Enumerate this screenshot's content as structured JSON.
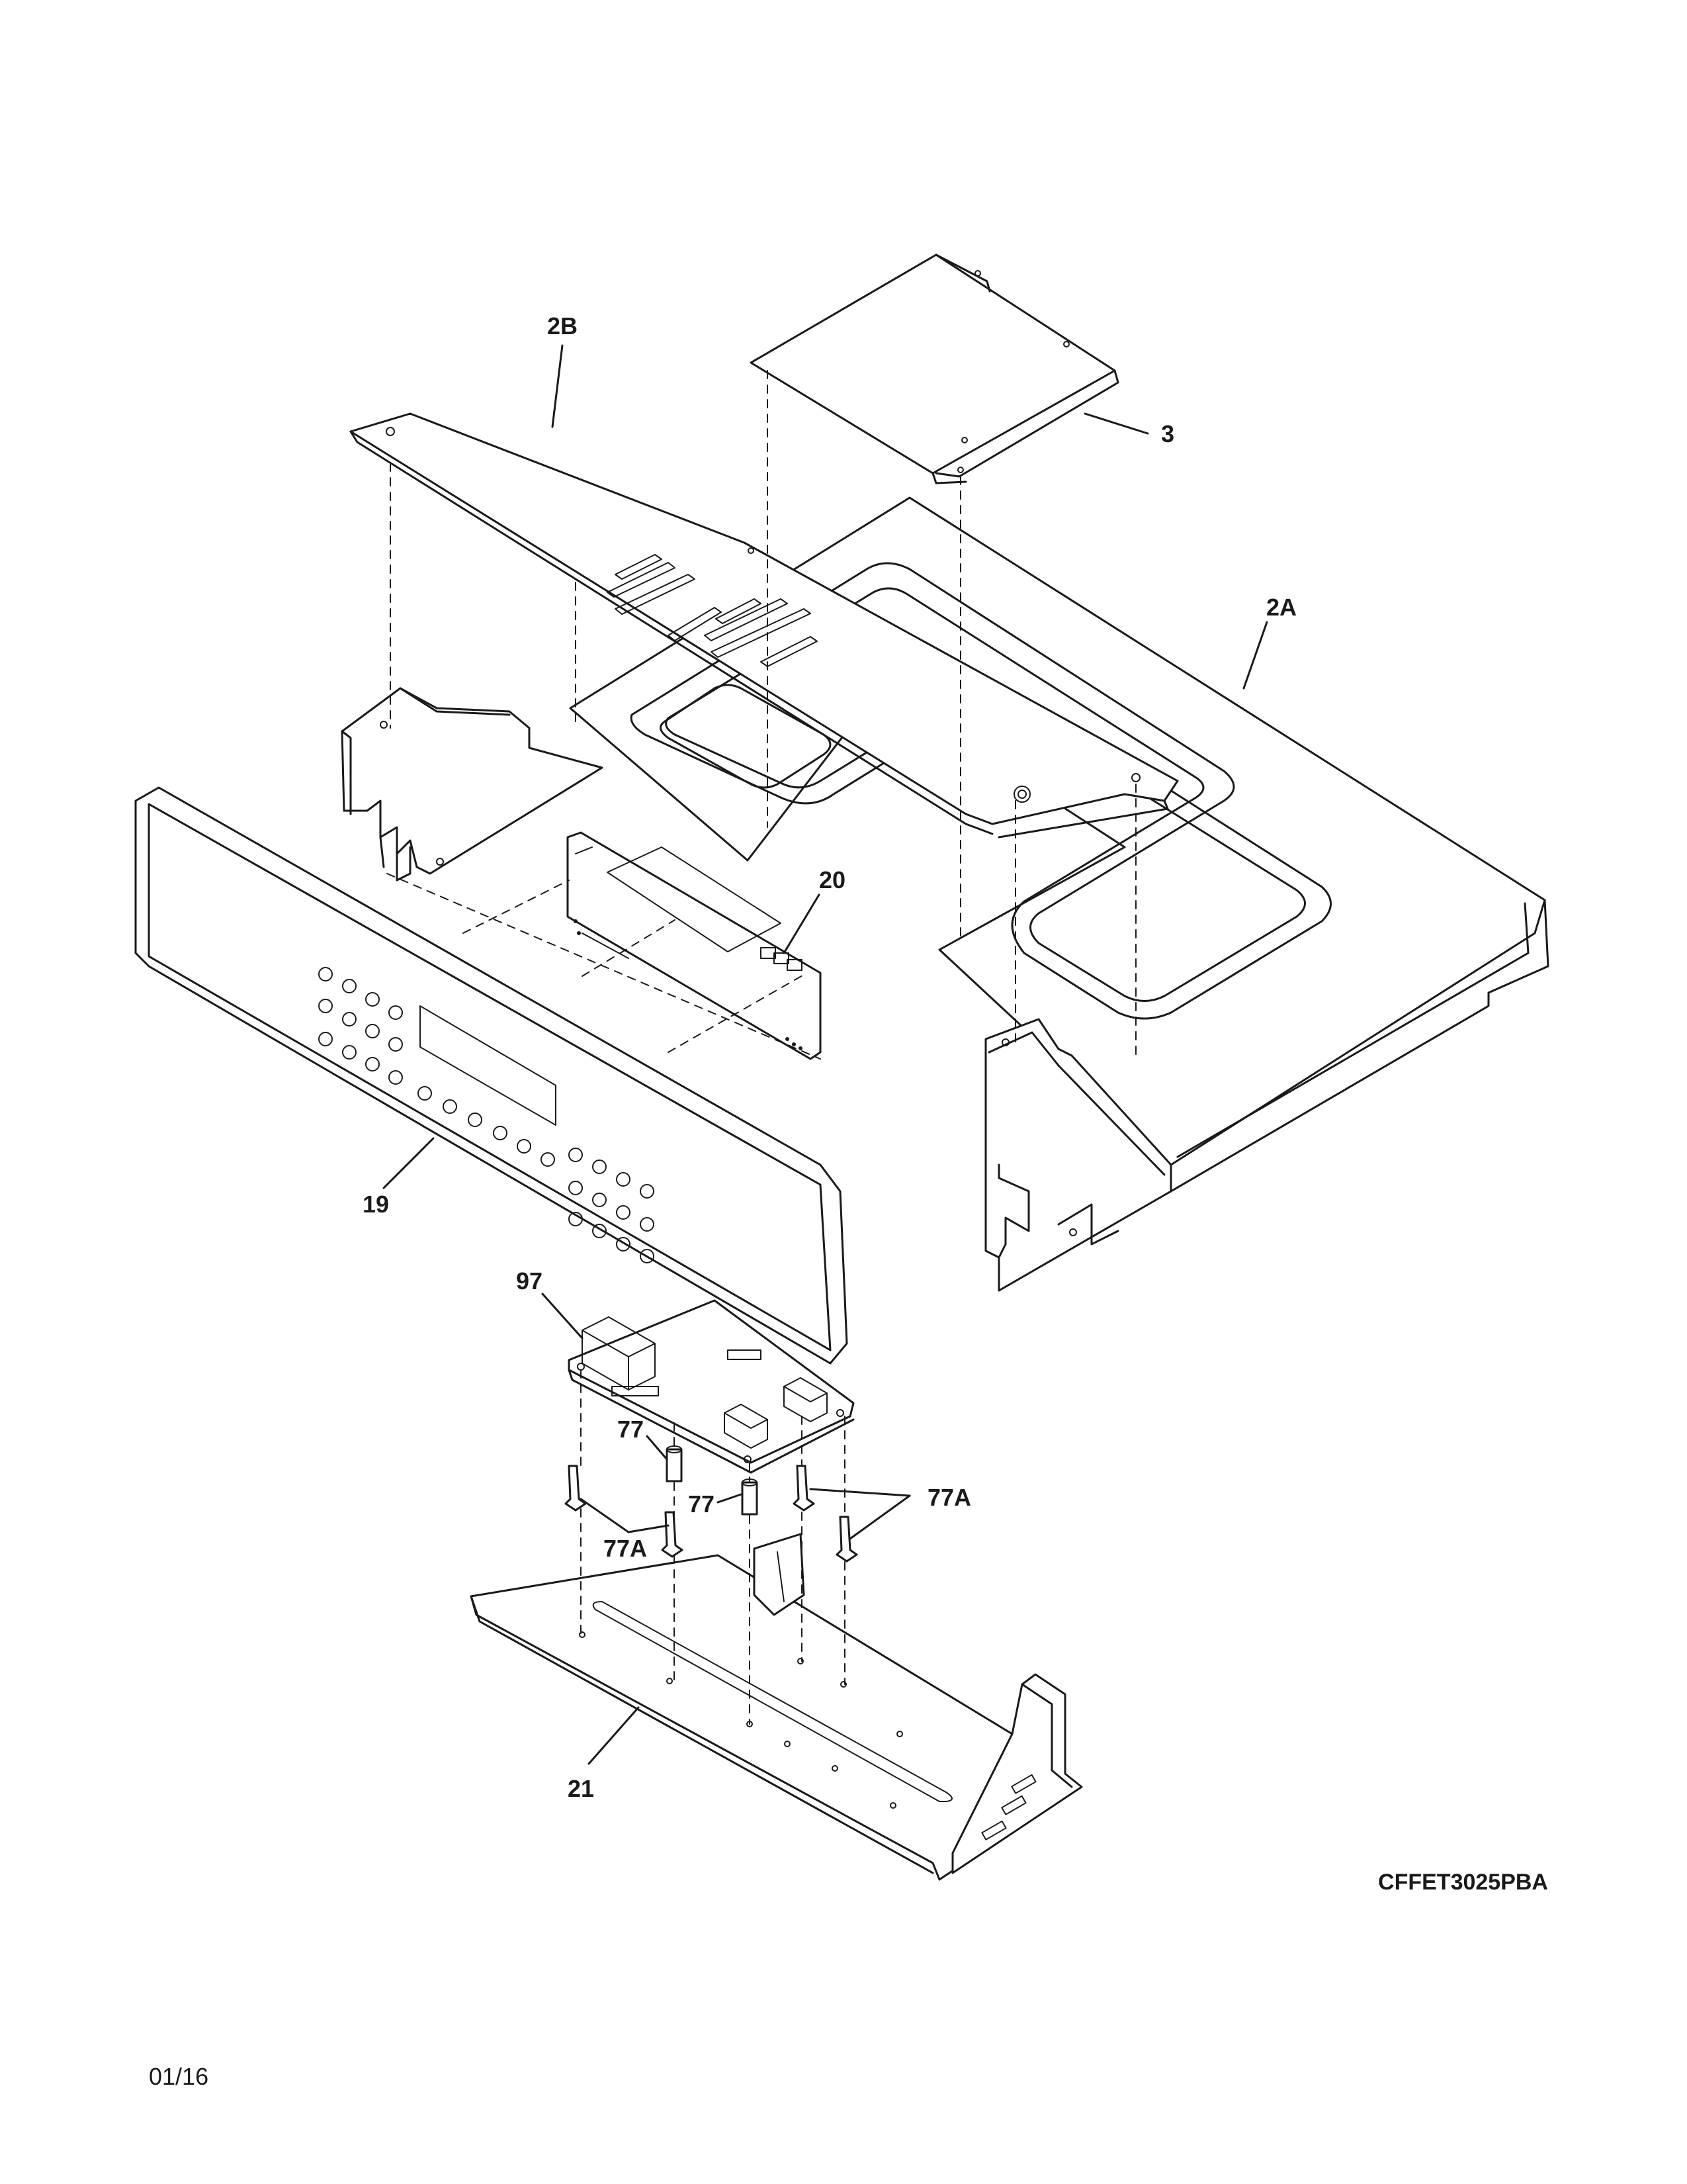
{
  "diagram": {
    "callouts": {
      "c_2b": "2B",
      "c_3": "3",
      "c_2a": "2A",
      "c_20": "20",
      "c_19": "19",
      "c_97": "97",
      "c_77_upper": "77",
      "c_77_lower": "77",
      "c_77a_left": "77A",
      "c_77a_right": "77A",
      "c_21": "21"
    },
    "model_code": "CFFET3025PBA",
    "date_code": "01/16"
  }
}
